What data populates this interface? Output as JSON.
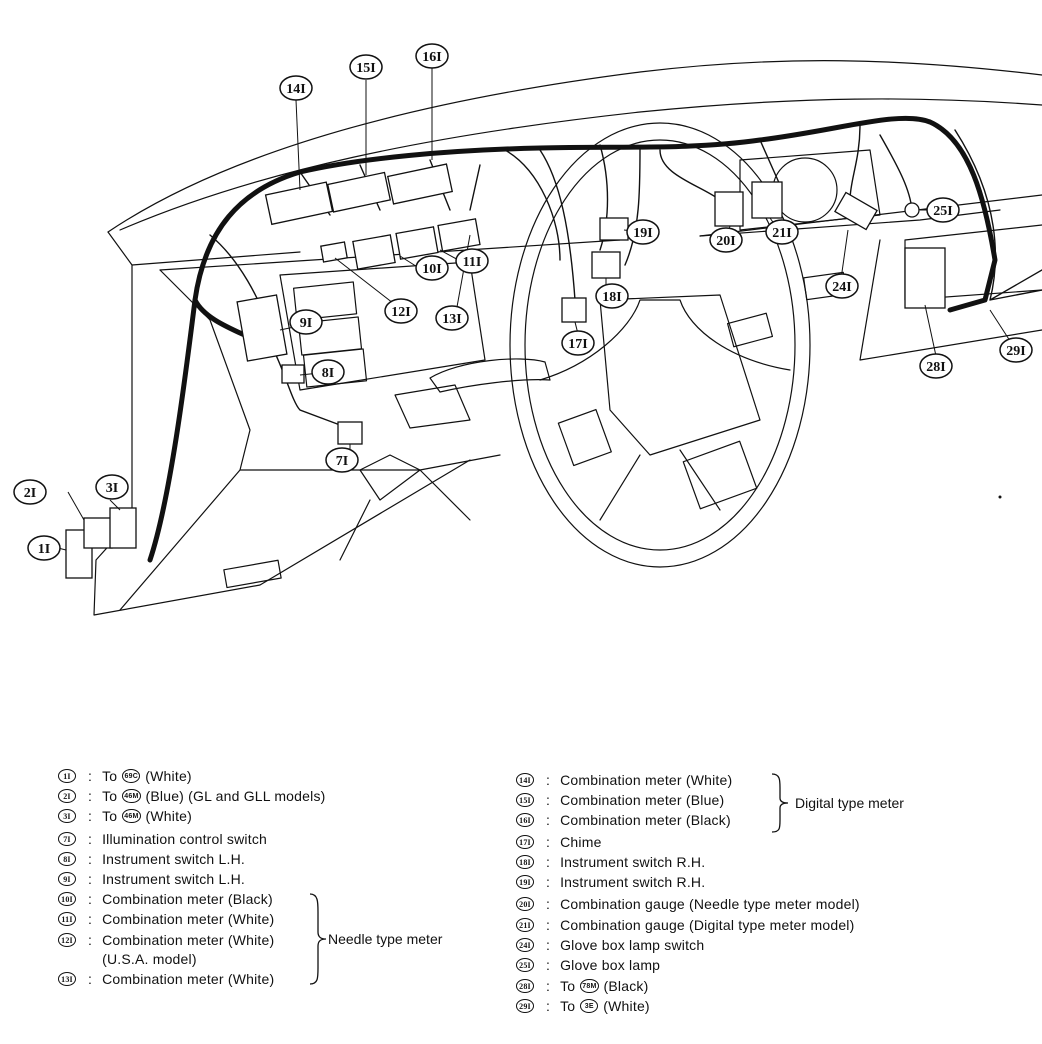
{
  "callouts": {
    "c1": "1I",
    "c2": "2I",
    "c3": "3I",
    "c7": "7I",
    "c8": "8I",
    "c9": "9I",
    "c10": "10I",
    "c11": "11I",
    "c12": "12I",
    "c13": "13I",
    "c14": "14I",
    "c15": "15I",
    "c16": "16I",
    "c17": "17I",
    "c18": "18I",
    "c19": "19I",
    "c20": "20I",
    "c21": "21I",
    "c24": "24I",
    "c25": "25I",
    "c28": "28I",
    "c29": "29I"
  },
  "legend_left": [
    {
      "num": "1I",
      "text": "To",
      "ref": "69C",
      "after": "(White)"
    },
    {
      "num": "2I",
      "text": "To",
      "ref": "46M",
      "after": "(Blue) (GL and GLL models)"
    },
    {
      "num": "3I",
      "text": "To",
      "ref": "46M",
      "after": "(White)"
    },
    {
      "num": "7I",
      "text": "Illumination control switch"
    },
    {
      "num": "8I",
      "text": "Instrument switch L.H."
    },
    {
      "num": "9I",
      "text": "Instrument switch L.H."
    },
    {
      "num": "10I",
      "text": "Combination meter (Black)"
    },
    {
      "num": "11I",
      "text": "Combination meter (White)"
    },
    {
      "num": "12I",
      "text": "Combination meter (White)"
    },
    {
      "num": "",
      "text": "(U.S.A. model)"
    },
    {
      "num": "13I",
      "text": "Combination meter (White)"
    }
  ],
  "legend_right": [
    {
      "num": "14I",
      "text": "Combination meter (White)"
    },
    {
      "num": "15I",
      "text": "Combination meter (Blue)"
    },
    {
      "num": "16I",
      "text": "Combination meter (Black)"
    },
    {
      "num": "17I",
      "text": "Chime"
    },
    {
      "num": "18I",
      "text": "Instrument switch R.H."
    },
    {
      "num": "19I",
      "text": "Instrument switch R.H."
    },
    {
      "num": "20I",
      "text": "Combination gauge (Needle type meter model)"
    },
    {
      "num": "21I",
      "text": "Combination gauge (Digital type meter model)"
    },
    {
      "num": "24I",
      "text": "Glove box lamp switch"
    },
    {
      "num": "25I",
      "text": "Glove box lamp"
    },
    {
      "num": "28I",
      "text": "To",
      "ref": "78M",
      "after": "(Black)"
    },
    {
      "num": "29I",
      "text": "To",
      "ref": "3E",
      "after": "(White)"
    }
  ],
  "groups": {
    "needle": "Needle type meter",
    "digital": "Digital type meter"
  },
  "colon": ":"
}
